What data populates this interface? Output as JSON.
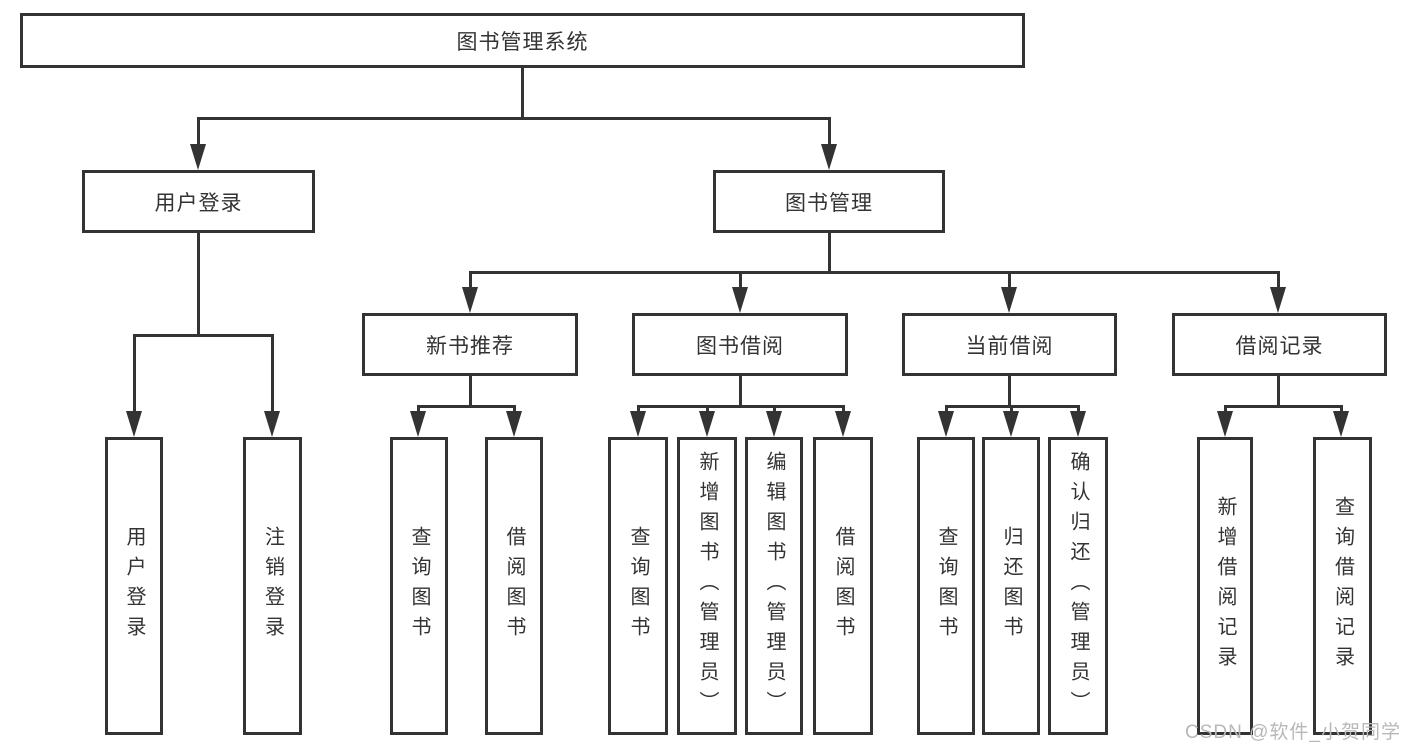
{
  "diagram": {
    "root": {
      "label": "图书管理系统"
    },
    "level2": [
      {
        "label": "用户登录"
      },
      {
        "label": "图书管理"
      }
    ],
    "level3": [
      {
        "label": "新书推荐"
      },
      {
        "label": "图书借阅"
      },
      {
        "label": "当前借阅"
      },
      {
        "label": "借阅记录"
      }
    ],
    "leaves": [
      {
        "label": "用户登录"
      },
      {
        "label": "注销登录"
      },
      {
        "label": "查询图书"
      },
      {
        "label": "借阅图书"
      },
      {
        "label": "查询图书"
      },
      {
        "label": "新增图书（管理员）"
      },
      {
        "label": "编辑图书（管理员）"
      },
      {
        "label": "借阅图书"
      },
      {
        "label": "查询图书"
      },
      {
        "label": "归还图书"
      },
      {
        "label": "确认归还（管理员）"
      },
      {
        "label": "新增借阅记录"
      },
      {
        "label": "查询借阅记录"
      }
    ]
  },
  "watermark": {
    "text": "CSDN @软件_小贺同学"
  },
  "colors": {
    "line": "#333333",
    "text": "#333333",
    "background": "#ffffff",
    "watermark": "#b8b8b8"
  }
}
